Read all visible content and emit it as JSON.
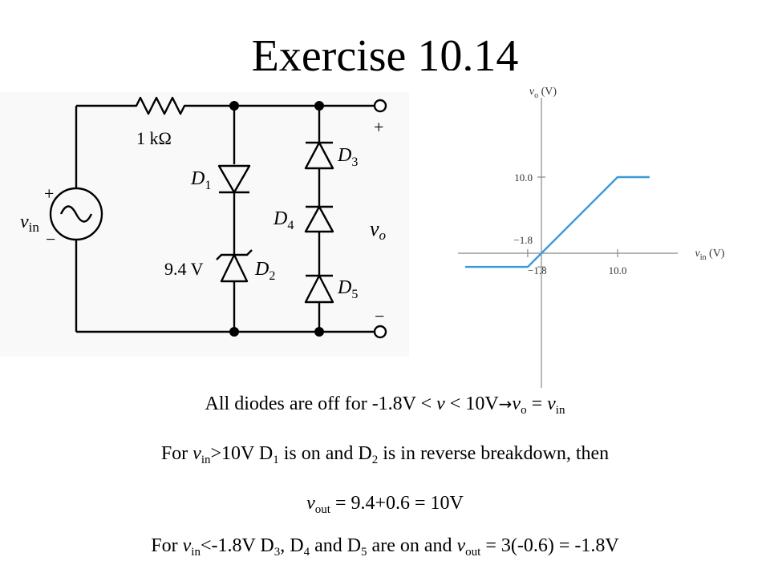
{
  "title": "Exercise 10.14",
  "circuit": {
    "resistor": "1 kΩ",
    "source_main": "v",
    "source_sub": "in",
    "source_plus": "+",
    "source_minus": "−",
    "zener_voltage": "9.4 V",
    "diodes": [
      {
        "letter": "D",
        "index": "1"
      },
      {
        "letter": "D",
        "index": "2"
      },
      {
        "letter": "D",
        "index": "3"
      },
      {
        "letter": "D",
        "index": "4"
      },
      {
        "letter": "D",
        "index": "5"
      }
    ],
    "out_plus": "+",
    "out_minus": "−",
    "out_main": "v",
    "out_sub": "o"
  },
  "chart_data": {
    "type": "line",
    "xlabel": "vin (V)",
    "ylabel": "vo (V)",
    "xticks": [
      "−1.8",
      "10.0"
    ],
    "yticks": [
      "10.0",
      "−1.8"
    ],
    "series": [
      {
        "x": [
          -10,
          -1.8,
          10.0,
          14.2
        ],
        "y": [
          -1.8,
          -1.8,
          10.0,
          10.0
        ],
        "color": "#3a9ad9"
      }
    ]
  },
  "text": {
    "line1": {
      "a": "All diodes are off for -1.8V < ",
      "v": "v",
      "b": " < 10V",
      "arrow": "→",
      "vo": "v",
      "vo_sub": "o",
      "eq": " = ",
      "vin": "v",
      "vin_sub": "in"
    },
    "line2": {
      "a": "For ",
      "vin": "v",
      "vin_sub": "in",
      "b": ">10V D",
      "d1": "1",
      "c": " is on and D",
      "d2": "2",
      "d": " is in reverse breakdown, then"
    },
    "line3": {
      "vout": "v",
      "vout_sub": "out",
      "rest": " = 9.4+0.6 = 10V"
    },
    "line4": {
      "a": "For ",
      "vin": "v",
      "vin_sub": "in",
      "b": "<-1.8V D",
      "d3": "3",
      "c": ", D",
      "d4": "4",
      "d": " and D",
      "d5": "5",
      "e": " are on and ",
      "vout": "v",
      "vout_sub": "out",
      "f": " = 3(-0.6) = -1.8V"
    }
  }
}
